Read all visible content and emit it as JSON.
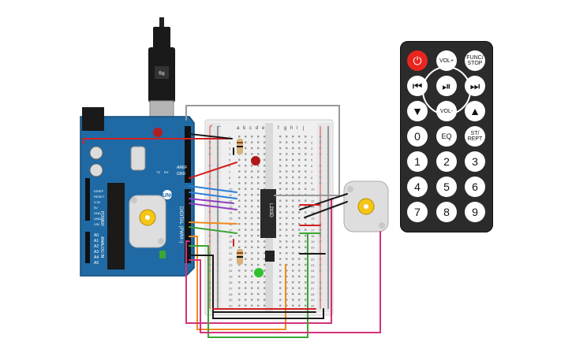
{
  "scene": {
    "arduino": {
      "logo_text": "UNO",
      "power_header_labels": [
        "IOREF",
        "RESET",
        "3.3V",
        "5V",
        "GND",
        "GND",
        "VIN"
      ],
      "power_label": "POWER",
      "analog_label": "ANALOG IN",
      "analog_pins": [
        "A0",
        "A1",
        "A2",
        "A3",
        "A4",
        "A5"
      ],
      "digital_label": "DIGITAL (PWM~)",
      "top_labels": [
        "AREF",
        "GND"
      ],
      "tx_rx": [
        "TX",
        "RX"
      ],
      "board_color": "#1f6aa5"
    },
    "breadboard": {
      "column_letters_left": [
        "a",
        "b",
        "c",
        "d",
        "e"
      ],
      "column_letters_right": [
        "f",
        "g",
        "h",
        "i",
        "j"
      ],
      "row_numbers": [
        "1",
        "2",
        "3",
        "4",
        "5",
        "6",
        "7",
        "8",
        "9",
        "10",
        "11",
        "12",
        "13",
        "14",
        "15",
        "16",
        "17",
        "18",
        "19",
        "20",
        "21",
        "22",
        "23",
        "24",
        "25",
        "26",
        "27",
        "28",
        "29",
        "30"
      ],
      "rail_plus": "+",
      "rail_minus": "−"
    },
    "ic_label": "L293D",
    "motor_label": "",
    "wire_colors": {
      "red": "#d32020",
      "black": "#1a1a1a",
      "blue": "#2a80d6",
      "purple": "#8e3fbf",
      "orange": "#f08a1c",
      "green": "#3aa635",
      "pink": "#d4307a",
      "gray": "#9a9a9a"
    }
  },
  "remote": {
    "buttons": [
      {
        "id": "power",
        "label": "⏻",
        "icon": "power-icon"
      },
      {
        "id": "vol_up",
        "label": "VOL+"
      },
      {
        "id": "func_stop",
        "label": "FUNC/ STOP"
      },
      {
        "id": "prev",
        "label": "⏮",
        "icon": "skip-back-icon"
      },
      {
        "id": "play_pause",
        "label": "⏯",
        "icon": "play-pause-icon"
      },
      {
        "id": "next",
        "label": "⏭",
        "icon": "skip-forward-icon"
      },
      {
        "id": "down",
        "label": "▼",
        "icon": "arrow-down-icon"
      },
      {
        "id": "vol_down",
        "label": "VOL-"
      },
      {
        "id": "up",
        "label": "▲",
        "icon": "arrow-up-icon"
      },
      {
        "id": "b0",
        "label": "0"
      },
      {
        "id": "eq",
        "label": "EQ"
      },
      {
        "id": "st_rept",
        "label": "ST/ REPT"
      },
      {
        "id": "b1",
        "label": "1"
      },
      {
        "id": "b2",
        "label": "2"
      },
      {
        "id": "b3",
        "label": "3"
      },
      {
        "id": "b4",
        "label": "4"
      },
      {
        "id": "b5",
        "label": "5"
      },
      {
        "id": "b6",
        "label": "6"
      },
      {
        "id": "b7",
        "label": "7"
      },
      {
        "id": "b8",
        "label": "8"
      },
      {
        "id": "b9",
        "label": "9"
      }
    ]
  }
}
